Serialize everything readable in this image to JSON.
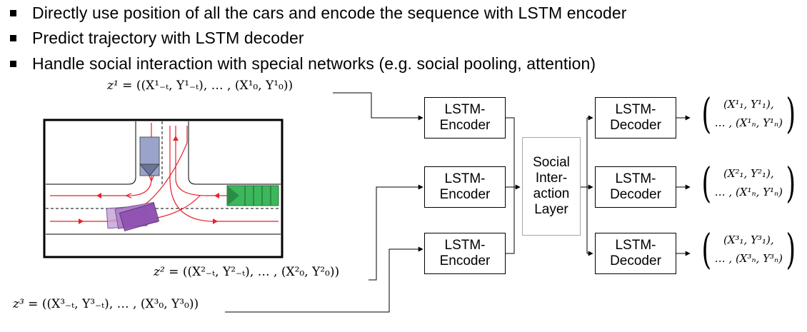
{
  "bullets": [
    "Directly use position of all the cars and encode the sequence with LSTM encoder",
    "Predict trajectory with LSTM decoder",
    "Handle social interaction with special networks (e.g. social pooling, attention)"
  ],
  "inputs": [
    {
      "label": "z¹ =",
      "seq": "((X¹₋ₜ, Y¹₋ₜ), … , (X¹₀, Y¹₀))"
    },
    {
      "label": "z² =",
      "seq": "((X²₋ₜ, Y²₋ₜ), … , (X²₀, Y²₀))"
    },
    {
      "label": "z³ =",
      "seq": "((X³₋ₜ, Y³₋ₜ), … , (X³₀, Y³₀))"
    }
  ],
  "encoder_label": [
    "LSTM-",
    "Encoder"
  ],
  "decoder_label": [
    "LSTM-",
    "Decoder"
  ],
  "social_label": [
    "Social",
    "Inter-",
    "action",
    "Layer"
  ],
  "outputs": [
    {
      "line1": "(X¹₁, Y¹₁),",
      "line2": "… , (X¹ₙ, Y¹ₙ)"
    },
    {
      "line1": "(X²₁, Y²₁),",
      "line2": "… , (X¹ₙ, Y¹ₙ)"
    },
    {
      "line1": "(X³₁, Y³₁),",
      "line2": "… , (X³ₙ, Y³ₙ)"
    }
  ],
  "colors": {
    "trajectory": "#e8202a",
    "car_blue": "#9aa3c9",
    "car_green": "#3cb85c",
    "car_purple": "#9b59b6",
    "social_border": "#a6a6a6"
  }
}
